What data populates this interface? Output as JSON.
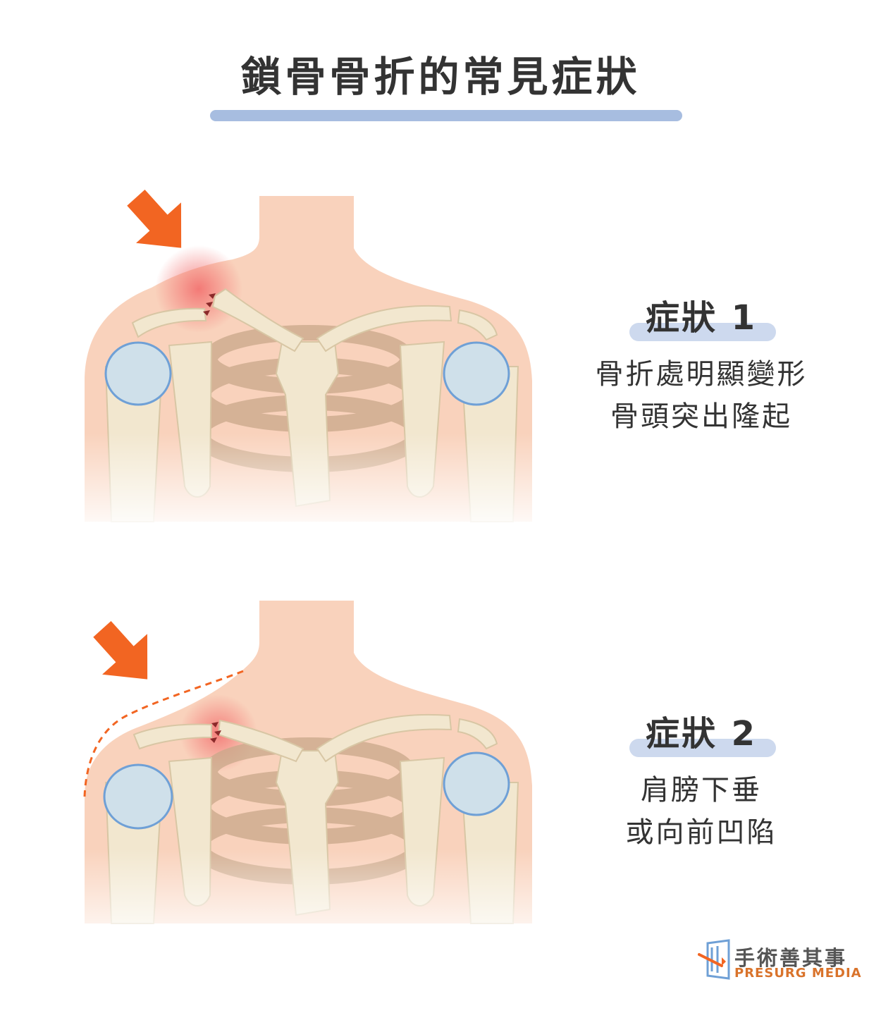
{
  "title": "鎖骨骨折的常見症狀",
  "colors": {
    "accent_bar": "#a7bde0",
    "label_bar": "#cdd9ee",
    "skin": "#f9d2bc",
    "bone": "#f2e7cf",
    "bone_outline": "#d8c6a4",
    "ribs": "#c9a88a",
    "shoulder_joint": "#cfe0ea",
    "joint_outline": "#6fa0d6",
    "arrow": "#f26522",
    "pain_glow": "#f26a6a"
  },
  "symptoms": [
    {
      "title": "症狀 1",
      "lines": [
        "骨折處明顯變形",
        "骨頭突出隆起"
      ]
    },
    {
      "title": "症狀 2",
      "lines": [
        "肩膀下垂",
        "或向前凹陷"
      ]
    }
  ],
  "logo": {
    "chinese": "手術善其事",
    "english": "PRESURG MEDIA"
  }
}
